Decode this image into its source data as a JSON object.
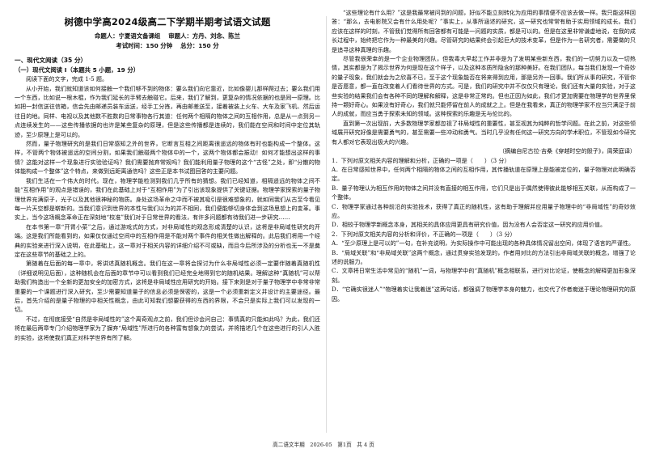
{
  "header": {
    "title": "树德中学高2024级高二下学期半期考试语文试题",
    "proposer": "命题人：宁夏语文备课组",
    "reviewer": "审题人：方丹、刘念、陈兰",
    "time": "考试时间：150 分钟",
    "score": "总分：150 分"
  },
  "section1": {
    "heading": "一、现代文阅读（35 分）",
    "sub1": "（一）现代文阅读 I（本题共 5 小题，19 分）",
    "instruction": "阅读下面的文字，完成 1-5 题。"
  },
  "left_paragraphs": [
    "从小开始，我们就知道该如何接触一个我们够不到的物体：要么我们向它靠近，比如像婴儿那样爬过去；要么我们用一个东西，比如说一根木棍，作为我们延长的手臂去触碰它。后来，我们了解到，更复杂的情况依据的也是同一原理。比如把一封信送往信箱，信会先由邮递员装车运送，经手工分拣，再由邮差送至，接着被装上火车、大车及家飞机、然后运往目的地。同样、电视以及其他数不胜数的日常事物各行其道：任何两个相隔的物体之间的互相作用，总是从一点到另一点连续发生的——这些传播依据的也许是某些复杂的原理，但是这些传播都是连续的，我们能在空间和时间中定位其轨迹，至少原理上是可以的。",
    "然而，量子物理研究的是我们日常感知之外的世界，它断言互相之间距离很遥远的物体有时也能构成一个整体。这样，不管两个物体被遥远的空间分割，如果我们触碰两个物体中的一个，这两个物体都会振动！如何才能想出这样的事情？这能对这样一个现象进行实验验证吗？我们需要抛弃常规吗？我们能利用量子物理的这个“古怪”之处，即“分散的物体能构成一个整体”这个特点，来做到远距离通信吗？这些正是本书试图回答的主要问题。",
    "我们生活在一个伟大的时代。现在，物理学能检测到我们几乎所有的猜想。我们已经知道，相隔遥远的物体之间不能“互相作用”的观点是错误的，我们在此基础上对于“互相作用”为了引出该现象提供了关键证据。物理学家探索的量子物理世界充满原子，光子以及其他很神秘的物质。身处这场革命之中而不被其吸引是很难想象的，就如同我们从古至今看见每一片天空都是崭新的。当我们意识到世界的本性与我们以为的并不相同，我们便能够切身体会到这场思想上的变革。事实上，当今这场概念革命正在深刻地“校准”我们对于日常世界的看法，有许多问题都有待我们进一步研究……",
    "在本书第一章“开胃小菜”之后，通过游戏式的方式，对非局域性的观念形成清楚的认识，这将是非局域性研究的开端。这是我们所能看到的，如果仅仅通过空间中的互相作用是不能对两个事件的相关性做出解释的。此后我们将用一个经典的实验来进行深入说明，在此基础上，这一章对于相关内容的详细介绍不可或缺，而且今后所涉及的分析也无一不是奠定在这些章节的基础之上的。",
    "第随着在后面的每一章中，将讲述真随机概念。我们在这一章将会探讨为什么非局域性必须一定要伴随着真随机性（详细说明见后面），这种随机会在后面的章节中可以看到我们已经完全地得到它的随机结果。理解这种“真随机”可以帮助我们构造出一个全新的更加安全的加密方式，这将是非局域性应用研究的开始。接下来则是对于量子物理学中非常非常重要的一个课题进行深入研究，至少需要知道量子的信息必须是保密的，这是一个必须重新定义并设计的主要途径。最后，首先介绍的是量子物理的中相关性概念，由此可知我们想要获得的东西的界限，不会只是实际上我们可以发现的一切。",
    "不过，在彻底接受“自然是非局域性的”这个离奇观点之前，我们但诊会问自己：事情真的只能如此吗？为此，我们还将在最后两章专门介绍物理学家为了摒弃“局域性”所进行的各种富有想象力的尝试，并将描述几个在这些进行的引人入胜的实验，这将使我们真正对科学世界有所了解。"
  ],
  "right_paragraphs": [
    "“这些理论有什么用？”这是我最常被问到的问题，好似不能立刻转化为应用的事情便不应该去做一样。我只能这样回答：“那么，去电影院又会有什么用处呢？”事实上，从事所涵述的研究，这一研究也常常有助于实用领域的成长。我们应该在这样的时刻，不管我们觉得所有回答都有可能是一问题的实质，都是可以的。但是在这里非常谦虚地说，在我的成长过程中，始终把它作为一种最美的兴趣。尽管研究的结果终会引起巨大的技术变革，但是作为一名研究者，需要做的只是追寻这种真理的乐趣。",
    "尽管我很荣幸的是一个企业物理团队，但我毒大早起工作并非是为了发明某些新东西，我们的一切努力以及一切热情，其实都是为了揭示世界为何是现在这个样子，以及这种本质所隐含的那种美好。在我们团队，每当我们发现一个奇妙的量子现象，我们就会为之欣喜不已，至于这个现象能否在将来得到应用，那是另外一回事。我们所从事的研究，不管你是否愿意，都一直在改变着人们看待世界的方式。可是，我们的研究中并不仅仅只有理论，我们还有大量的实验，对于这些实验的结果我们会有各种不同的理解和解释，这是非常正常的。但也正因为如此，我们才更加需要在物理学的世界里保持一颗好奇心。如果没有好奇心，我们就只能停留在前人的成就之上。但是在我看来，真正的物理学家不应当只满足于前人的成就，而应当勇于探索未知的领域。这种探索的乐趣是无与伦比的。",
    "直到第一次出现前，大多数物理学家都忽视了非局域性的重要性，甚至视其为纯粹的哲学问题。在此之前，对这些领域展开研究好像是需要勇气的，甚至需要一些冲动和勇气。当时几乎没有任何这一研究方向的学术职位，不管现如今研究有人都对它表现出极大的兴趣。"
  ],
  "source": "（摘编自尼古拉·吉桑《穿越时空的骰子》，周荣庭译）",
  "questions": [
    {
      "stem": "1．下列对原文相关内容的理解和分析，正确的一项是（　　）（3 分）",
      "options": [
        "A．在日常感知世界中，任何两个相隔的物体之间的互相作用，其传播轨道在原理上是能被定位的，量子物理对此明确否定。",
        "B．量子物理认为相互作用的物体之间并没有直接的相互作用，它们只是出于偶然使得彼此能够相互关联，从而构成了一个整体。",
        "C．物理学家通过各种前沿的实验技术，获得了真正的随机性，这有助于理解并应用量子物理中的“非局域性”的奇妙效应。",
        "D．相较于物理学新概念本身，其相关的具体应用更具有研究价值，因为没有人会否定这一研究的应用价值。"
      ]
    },
    {
      "stem": "2．下列对原文相关内容的分析和评价，不正确的一项是（　　）（3 分）",
      "options": [
        "A．“至少原理上是可以的”一句，在补充说明，为实际操作中可能出现的各种具体情况留出空间，体现了语言的严谨性。",
        "B．“局域关联”和“非局域关联”这两个概念，通过贯穿实验发现的，作者用对比的方法引出非局域关联的概念，增强了论述的说服力。",
        "C．文章将日常生活中常见的“随机”一词，与物理学中的“真随机”概念相联系，进行对比论证，使概念的解释更加形象深刻。",
        "D．“它确实很迷人”“物理着实让我着迷”这两句话，都强调了物理学本身的魅力，也交代了作者痴迷于理论物理研究的原因。"
      ]
    }
  ],
  "footer": "高二语文半期　2026-05　第1页　共 4 页"
}
